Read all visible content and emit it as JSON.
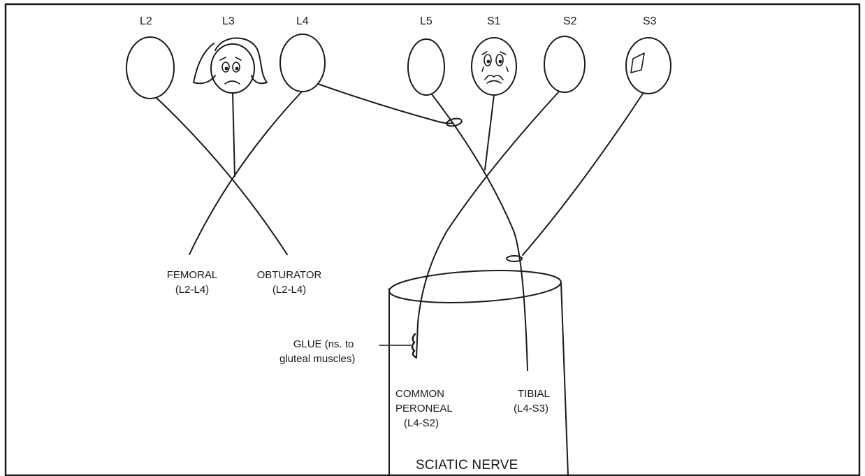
{
  "roots": [
    "L2",
    "L3",
    "L4",
    "L5",
    "S1",
    "S2",
    "S3"
  ],
  "nerves": {
    "femoral": {
      "name": "FEMORAL",
      "range": "(L2-L4)"
    },
    "obturator": {
      "name": "OBTURATOR",
      "range": "(L2-L4)"
    },
    "glue": {
      "line1": "GLUE (ns. to",
      "line2": "gluteal muscles)"
    },
    "common_peroneal": {
      "line1": "COMMON",
      "line2": "PERONEAL",
      "range": "(L4-S2)"
    },
    "tibial": {
      "name": "TIBIAL",
      "range": "(L4-S3)"
    },
    "sciatic": {
      "name": "SCIATIC NERVE"
    }
  },
  "colors": {
    "ink": "#1a1a1a",
    "background": "#ffffff"
  }
}
